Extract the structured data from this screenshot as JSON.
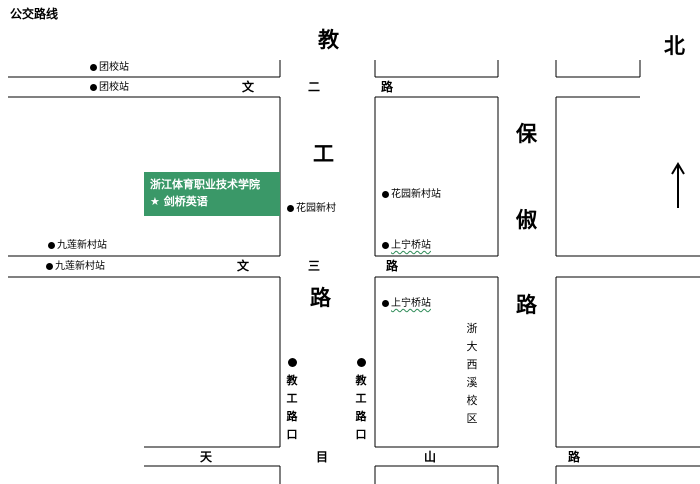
{
  "title": "公交路线",
  "north": "北",
  "roads": {
    "jiaogong_top": "教",
    "jiaogong_mid": "工",
    "jiaogong_bot": "路",
    "wener": [
      "文",
      "二",
      "路"
    ],
    "wensan": [
      "文",
      "三",
      "路"
    ],
    "baochu": [
      "保",
      "俶",
      "路"
    ],
    "tianmushan": [
      "天",
      "目",
      "山",
      "路"
    ]
  },
  "stops": {
    "tuanxiao_1": "团校站",
    "tuanxiao_2": "团校站",
    "huayuan_left": "花园新村",
    "huayuan_right": "花园新村站",
    "jiulian_1": "九莲新村站",
    "jiulian_2": "九莲新村站",
    "shangning_1": "上宁桥站",
    "shangning_2": "上宁桥站",
    "jiaogongkou_left": "教工路口",
    "jiaogongkou_right": "教工路口"
  },
  "school": {
    "line1": "浙江体育职业技术学院",
    "line2": "★ 剑桥英语"
  },
  "campus": "浙大西溪校区",
  "colors": {
    "school_fill": "#3a9868",
    "underline": "#2e8b57"
  }
}
